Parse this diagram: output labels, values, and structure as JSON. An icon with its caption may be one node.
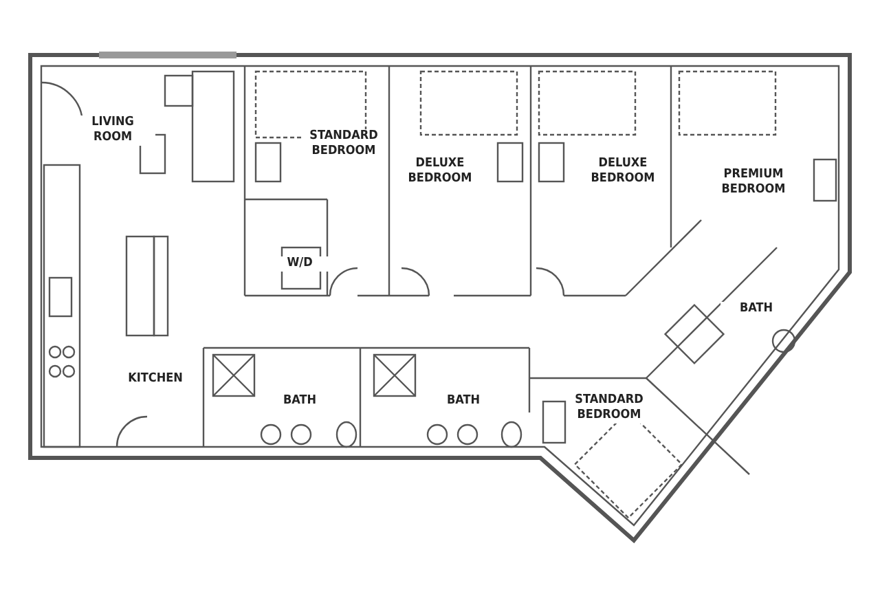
{
  "diagram": {
    "labels": [
      "LIVING ROOM",
      "STANDARD BEDROOM",
      "DELUXE BEDROOM",
      "DELUXE BEDROOM",
      "PREMIUM BEDROOM",
      "W/D",
      "BATH",
      "KITCHEN",
      "BATH",
      "BATH",
      "STANDARD BEDROOM"
    ]
  }
}
